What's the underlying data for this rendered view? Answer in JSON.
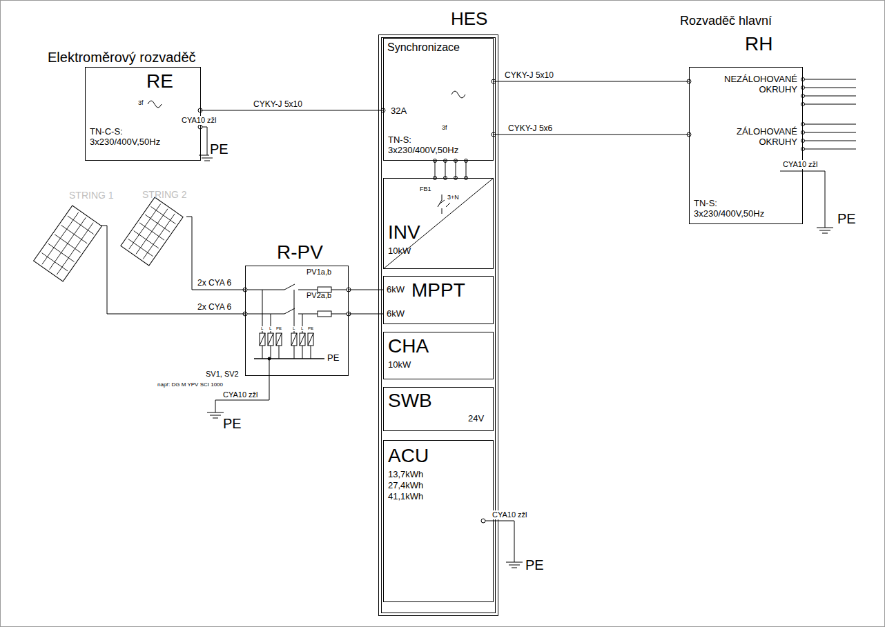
{
  "diagram": {
    "nodes": [
      {
        "text": [
          "Elektroměrový rozvaděč",
          "RE",
          "3f",
          "TN-C-S: 3x230/400V,50Hz"
        ]
      },
      {
        "text": [
          "HES"
        ]
      },
      {
        "text": [
          "Synchronizace",
          "32A",
          "3f",
          "TN-S: 3x230/400V,50Hz"
        ],
        "in": 1
      },
      {
        "text": [
          "FB1",
          "3+N",
          "INV",
          "10kW"
        ],
        "in": 1
      },
      {
        "text": [
          "6kW",
          "MPPT",
          "6kW"
        ],
        "in": 1
      },
      {
        "text": [
          "CHA",
          "10kW"
        ],
        "in": 1
      },
      {
        "text": [
          "SWB",
          "24V"
        ],
        "in": 1
      },
      {
        "text": [
          "ACU",
          "13,7kWh",
          "27,4kWh",
          "41,1kWh"
        ],
        "in": 1
      },
      {
        "text": [
          "Rozvaděč hlavní",
          "RH",
          "NEZÁLOHOVANÉ OKRUHY",
          "ZÁLOHOVANÉ OKRUHY",
          "TN-S: 3x230/400V,50Hz"
        ]
      },
      {
        "text": [
          "STRING 1"
        ]
      },
      {
        "text": [
          "STRING 2"
        ]
      },
      {
        "text": [
          "R-PV",
          "PV1a,b",
          "PV2a,b",
          "SV1, SV2",
          "např: DG M YPV SCI 1000"
        ]
      }
    ],
    "edges": [
      {
        "from": 0,
        "to": 2,
        "label": "CYKY-J 5x10",
        "arrow": "none"
      },
      {
        "from": 2,
        "to": 8,
        "label": "CYKY-J 5x10",
        "arrow": "none"
      },
      {
        "from": 2,
        "to": 8,
        "label": "CYKY-J 5x6",
        "arrow": "none"
      },
      {
        "from": 2,
        "to": 3,
        "arrow": "none"
      },
      {
        "from": 10,
        "to": 11,
        "label": "2x CYA 6",
        "arrow": "none"
      },
      {
        "from": 9,
        "to": 11,
        "label": "2x CYA 6",
        "arrow": "none"
      },
      {
        "from": 11,
        "to": 4,
        "arrow": "none"
      },
      {
        "from": 11,
        "to": 4,
        "arrow": "none"
      }
    ],
    "labels": [
      "CYA10 zžl",
      "PE",
      "L",
      "L",
      "PE",
      "L",
      "L",
      "PE",
      "PE",
      "CYA10 zžl",
      "PE",
      "CYA10 zžl",
      "PE",
      "CYA10 zžl",
      "PE"
    ]
  }
}
